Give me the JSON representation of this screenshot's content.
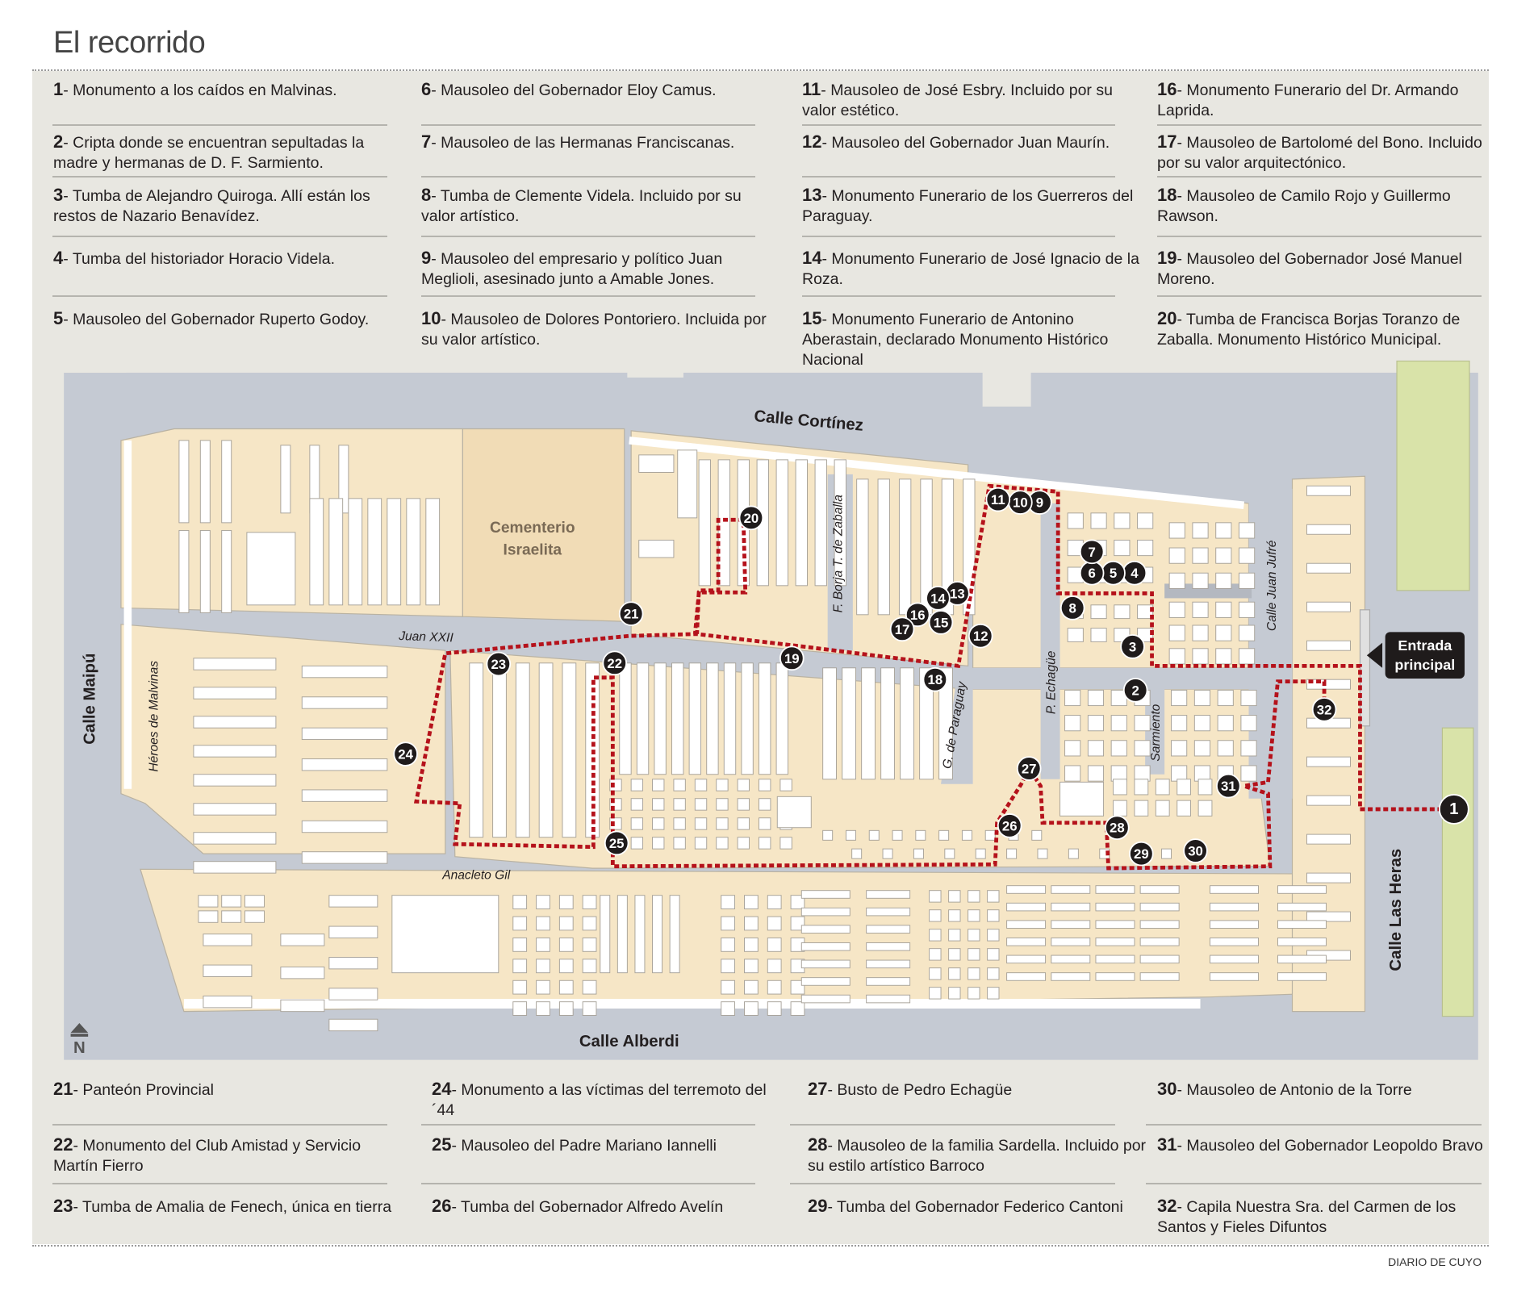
{
  "title": "El recorrido",
  "top_items": [
    {
      "num": "1",
      "text": "Monumento a los caídos en Malvinas."
    },
    {
      "num": "2",
      "text": "Cripta donde se encuentran sepultadas la madre y hermanas de D. F. Sarmiento."
    },
    {
      "num": "3",
      "text": "Tumba de Alejandro Quiroga. Allí están los restos de Nazario Benavídez."
    },
    {
      "num": "4",
      "text": "Tumba del historiador Horacio Videla."
    },
    {
      "num": "5",
      "text": "Mausoleo del Gobernador Ruperto Godoy."
    },
    {
      "num": "6",
      "text": "Mausoleo del Gobernador Eloy Camus."
    },
    {
      "num": "7",
      "text": "Mausoleo de las Hermanas Franciscanas."
    },
    {
      "num": "8",
      "text": "Tumba de Clemente Videla. Incluido por su valor artístico."
    },
    {
      "num": "9",
      "text": "Mausoleo del empresario y político Juan Meglioli, asesinado junto a Amable Jones."
    },
    {
      "num": "10",
      "text": "Mausoleo de Dolores Pontoriero. Incluida por su valor artístico."
    },
    {
      "num": "11",
      "text": "Mausoleo de José Esbry. Incluido por su valor estético."
    },
    {
      "num": "12",
      "text": "Mausoleo del Gobernador Juan Maurín."
    },
    {
      "num": "13",
      "text": "Monumento Funerario de los Guerreros del Paraguay."
    },
    {
      "num": "14",
      "text": "Monumento Funerario de José Ignacio de la Roza."
    },
    {
      "num": "15",
      "text": "Monumento Funerario de Antonino Aberastain, declarado Monumento Histórico Nacional"
    },
    {
      "num": "16",
      "text": "Monumento Funerario del Dr. Armando Laprida."
    },
    {
      "num": "17",
      "text": "Mausoleo de Bartolomé del Bono. Incluido por su valor arquitectónico."
    },
    {
      "num": "18",
      "text": "Mausoleo de Camilo Rojo y Guillermo Rawson."
    },
    {
      "num": "19",
      "text": "Mausoleo del Gobernador José Manuel Moreno."
    },
    {
      "num": "20",
      "text": "Tumba de Francisca Borjas Toranzo de Zaballa. Monumento Histórico Municipal."
    }
  ],
  "bottom_items": [
    {
      "num": "21",
      "text": "Panteón Provincial"
    },
    {
      "num": "22",
      "text": "Monumento del Club Amistad y Servicio Martín Fierro"
    },
    {
      "num": "23",
      "text": "Tumba de Amalia de Fenech, única en tierra"
    },
    {
      "num": "24",
      "text": "Monumento a las víctimas del terremoto del ´44"
    },
    {
      "num": "25",
      "text": "Mausoleo del Padre Mariano Iannelli"
    },
    {
      "num": "26",
      "text": "Tumba del Gobernador Alfredo Avelín"
    },
    {
      "num": "27",
      "text": "Busto de Pedro Echagüe"
    },
    {
      "num": "28",
      "text": "Mausoleo de la familia Sardella. Incluido por su estilo artístico Barroco"
    },
    {
      "num": "29",
      "text": "Tumba del Gobernador Federico Cantoni"
    },
    {
      "num": "30",
      "text": "Mausoleo de Antonio de la Torre"
    },
    {
      "num": "31",
      "text": "Mausoleo del Gobernador Leopoldo Bravo"
    },
    {
      "num": "32",
      "text": "Capila Nuestra Sra. del Carmen de los Santos y Fieles Difuntos"
    }
  ],
  "map": {
    "streets": {
      "cortinez": "Calle Cortínez",
      "maipu": "Calle Maipú",
      "heroes": "Héroes de Malvinas",
      "juan_xxii": "Juan XXII",
      "borja": "F. Borja T. de Zaballa",
      "paraguay": "G. de Paraguay",
      "echague": "P. Echagüe",
      "sarmiento": "Sarmiento",
      "jufre": "Calle Juan Jufré",
      "anacleto": "Anacleto Gil",
      "las_heras": "Calle Las Heras",
      "alberdi": "Calle Alberdi"
    },
    "israelita": [
      "Cementerio",
      "Israelita"
    ],
    "entrance": [
      "Entrada",
      "principal"
    ],
    "north": "N",
    "markers": [
      "1",
      "2",
      "3",
      "4",
      "5",
      "6",
      "7",
      "8",
      "9",
      "10",
      "11",
      "12",
      "13",
      "14",
      "15",
      "16",
      "17",
      "18",
      "19",
      "20",
      "21",
      "22",
      "23",
      "24",
      "25",
      "26",
      "27",
      "28",
      "29",
      "30",
      "31",
      "32"
    ],
    "colors": {
      "road": "#c5cad3",
      "block": "#f6e6c6",
      "route": "#b5121b",
      "green": "#d9e3a9",
      "panel": "#e8e7e1"
    }
  },
  "credit": "DIARIO DE CUYO"
}
